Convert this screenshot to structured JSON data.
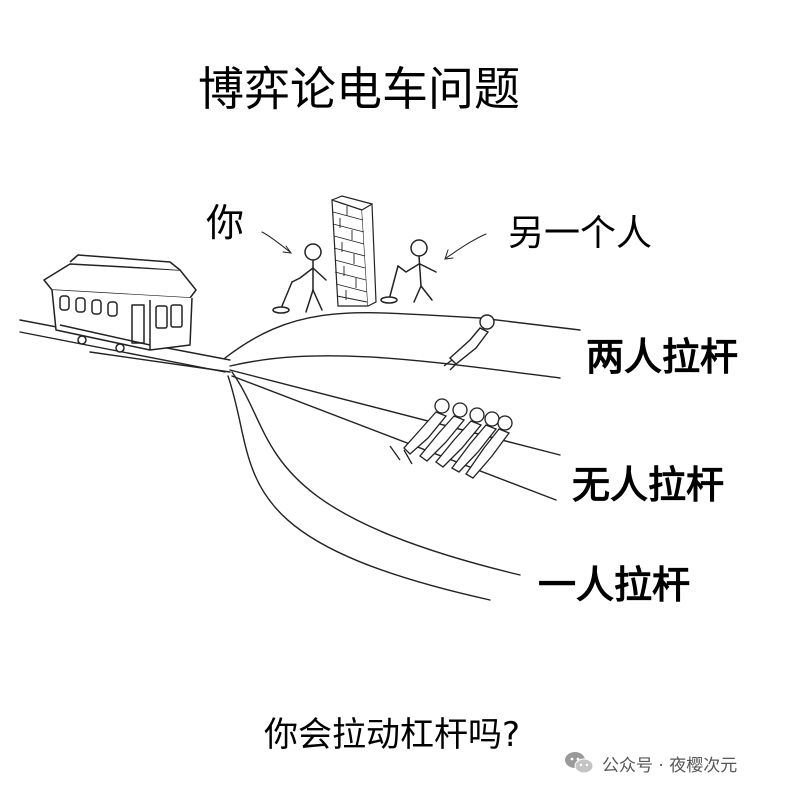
{
  "title": "博弈论电车问题",
  "labels": {
    "you": "你",
    "other_person": "另一个人"
  },
  "tracks": {
    "top": "两人拉杆",
    "middle": "无人拉杆",
    "bottom": "一人拉杆"
  },
  "question": "你会拉动杠杆吗?",
  "watermark": {
    "icon": "wechat-icon",
    "text": "公众号 · 夜樱次元"
  },
  "figures": {
    "people_on_middle_track": 5,
    "people_on_top_track": 1,
    "people_on_bottom_track": 0
  }
}
